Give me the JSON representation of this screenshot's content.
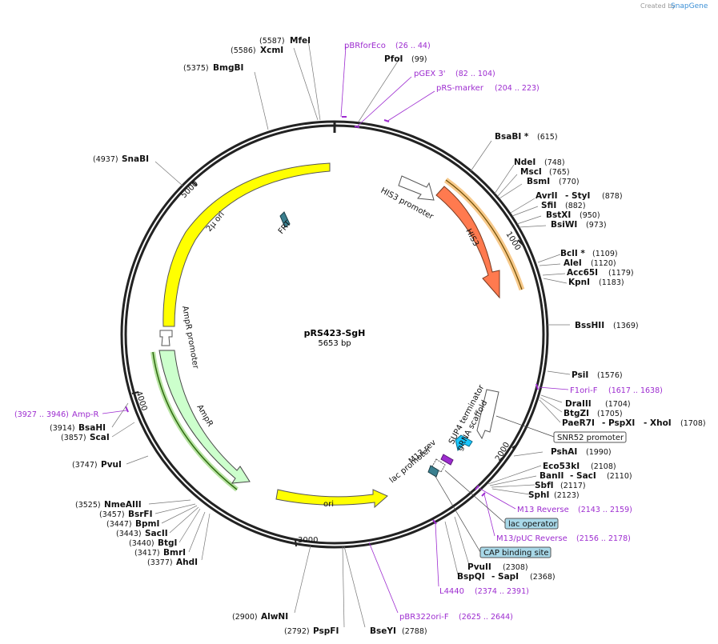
{
  "credit": {
    "prefix": "Created by",
    "brand": "SnapGene"
  },
  "plasmid": {
    "name": "pRS423-SgH",
    "size": "5653 bp"
  },
  "tick_labels": [
    "1000",
    "2000",
    "3000",
    "4000",
    "5000"
  ],
  "enzymes_right": [
    {
      "name": "BsaBI *",
      "pos": "(615)"
    },
    {
      "name": "NdeI",
      "pos": "(748)"
    },
    {
      "name": "MscI",
      "pos": "(765)"
    },
    {
      "name": "BsmI",
      "pos": "(770)"
    },
    {
      "name": "AvrII",
      "pos": "",
      "pair": "- StyI",
      "pos2": "(878)"
    },
    {
      "name": "SfiI",
      "pos": "(882)"
    },
    {
      "name": "BstXI",
      "pos": "(950)"
    },
    {
      "name": "BsiWI",
      "pos": "(973)"
    },
    {
      "name": "BclI *",
      "pos": "(1109)"
    },
    {
      "name": "AleI",
      "pos": "(1120)"
    },
    {
      "name": "Acc65I",
      "pos": "(1179)"
    },
    {
      "name": "KpnI",
      "pos": "(1183)"
    },
    {
      "name": "BssHII",
      "pos": "(1369)"
    },
    {
      "name": "PsiI",
      "pos": "(1576)"
    },
    {
      "name": "DraIII",
      "pos": "(1704)"
    },
    {
      "name": "BtgZI",
      "pos": "(1705)"
    },
    {
      "name": "PaeR7I",
      "pos": "",
      "pair": "- PspXI",
      "pair2": "- XhoI",
      "pos2": "(1708)"
    },
    {
      "name": "PshAI",
      "pos": "(1990)"
    },
    {
      "name": "Eco53kI",
      "pos": "(2108)"
    },
    {
      "name": "BanII",
      "pos": "",
      "pair": "- SacI",
      "pos2": "(2110)"
    },
    {
      "name": "SbfI",
      "pos": "(2117)"
    },
    {
      "name": "SphI",
      "pos": "(2123)"
    },
    {
      "name": "PvuII",
      "pos": "(2308)"
    },
    {
      "name": "BspQI",
      "pos": "",
      "pair": "- SapI",
      "pos2": "(2368)"
    }
  ],
  "enzymes_top": [
    {
      "name": "MfeI",
      "pos": "(5587)"
    },
    {
      "name": "XcmI",
      "pos": "(5586)"
    },
    {
      "name": "BmgBI",
      "pos": "(5375)"
    },
    {
      "name": "PfoI",
      "pos": "(99)"
    },
    {
      "name": "SnaBI",
      "pos": "(4937)"
    }
  ],
  "enzymes_left": [
    {
      "name": "BsaHI",
      "pos": "(3914)"
    },
    {
      "name": "ScaI",
      "pos": "(3857)"
    },
    {
      "name": "PvuI",
      "pos": "(3747)"
    },
    {
      "name": "NmeAIII",
      "pos": "(3525)"
    },
    {
      "name": "BsrFI",
      "pos": "(3457)"
    },
    {
      "name": "BpmI",
      "pos": "(3447)"
    },
    {
      "name": "SacII",
      "pos": "(3443)"
    },
    {
      "name": "BtgI",
      "pos": "(3440)"
    },
    {
      "name": "BmrI",
      "pos": "(3417)"
    },
    {
      "name": "AhdI",
      "pos": "(3377)"
    }
  ],
  "enzymes_bottom": [
    {
      "name": "AlwNI",
      "pos": "(2900)"
    },
    {
      "name": "PspFI",
      "pos": "(2792)"
    },
    {
      "name": "BseYI",
      "pos": "(2788)"
    }
  ],
  "primers": [
    {
      "name": "pBRforEco",
      "range": "(26 .. 44)"
    },
    {
      "name": "pGEX 3'",
      "range": "(82 .. 104)"
    },
    {
      "name": "pRS-marker",
      "range": "(204 .. 223)"
    },
    {
      "name": "F1ori-F",
      "range": "(1617 .. 1638)"
    },
    {
      "name": "M13 Reverse",
      "range": "(2143 .. 2159)"
    },
    {
      "name": "M13/pUC Reverse",
      "range": "(2156 .. 2178)"
    },
    {
      "name": "L4440",
      "range": "(2374 .. 2391)"
    },
    {
      "name": "pBR322ori-F",
      "range": "(2625 .. 2644)"
    },
    {
      "name": "Amp-R",
      "range": "(3927 .. 3946)"
    }
  ],
  "boxed_features": [
    "SNR52 promoter",
    "lac operator",
    "CAP binding site"
  ],
  "features": {
    "his3_promoter": "HIS3 promoter",
    "his3": "HIS3",
    "two_micron": "2µ ori",
    "frt": "FRT",
    "ampr_promoter": "AmpR promoter",
    "ampr": "AmpR",
    "ori": "ori",
    "sup4": "SUP4 terminator",
    "grna": "gRNA scaffold",
    "m13rev": "M13 rev",
    "lac_promoter": "lac promoter"
  },
  "colors": {
    "his3": "#ff7a4f",
    "two_micron": "#ffff00",
    "ampr": "#ccffcc",
    "ori": "#ffff00",
    "frt": "#3a7f8f",
    "grna": "#19c7ff",
    "primer": "#9d2cd0",
    "boxed_fill_blue": "#a8d8e8",
    "backbone": "#222222"
  }
}
